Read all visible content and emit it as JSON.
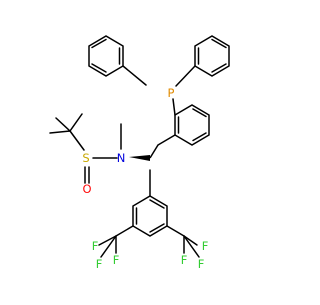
{
  "molecule": {
    "colors": {
      "bond": "#000000",
      "phosphorus": "#e08a00",
      "sulfur": "#c8a800",
      "oxygen": "#ff0d0d",
      "fluorine": "#33cc33",
      "nitrogen": "#0000dd"
    },
    "atoms": {
      "phosphorus": "P",
      "sulfur": "S",
      "oxygen": "O",
      "nitrogen": "N",
      "cf3_left": [
        "F",
        "F",
        "F"
      ],
      "cf3_right": [
        "F",
        "F",
        "F"
      ]
    }
  }
}
